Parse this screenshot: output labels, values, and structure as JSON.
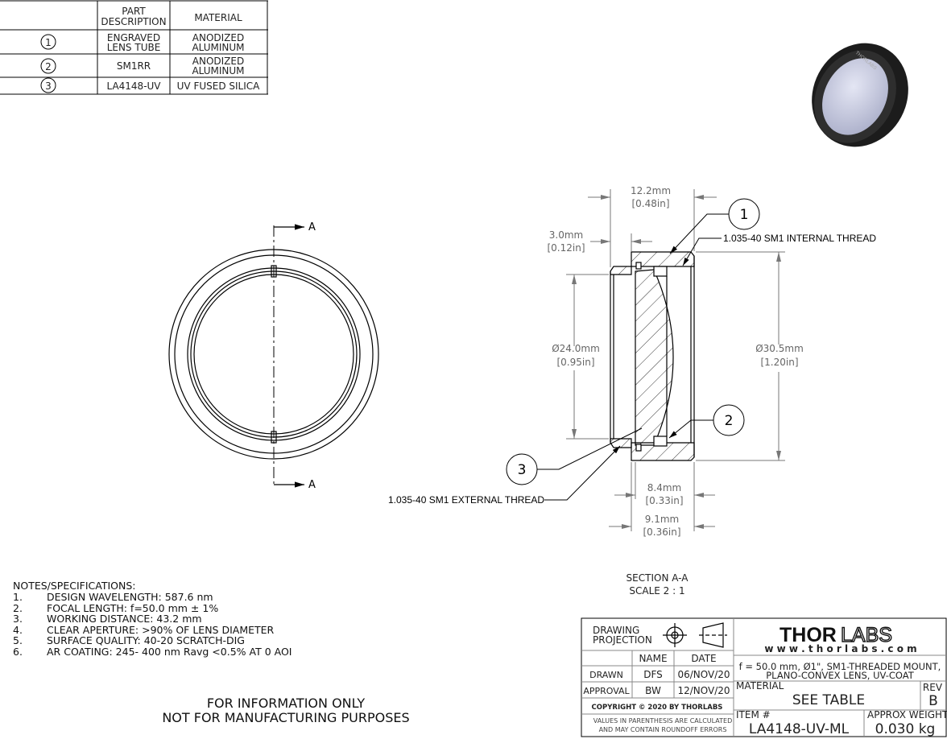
{
  "parts_table": {
    "headers": [
      "PART DESCRIPTION",
      "MATERIAL"
    ],
    "header_lines": [
      [
        "PART",
        "DESCRIPTION"
      ],
      [
        "MATERIAL"
      ]
    ],
    "rows": [
      {
        "item": "1",
        "description": [
          "ENGRAVED",
          "LENS TUBE"
        ],
        "material": [
          "ANODIZED",
          "ALUMINUM"
        ]
      },
      {
        "item": "2",
        "description": [
          "SM1RR"
        ],
        "material": [
          "ANODIZED",
          "ALUMINUM"
        ]
      },
      {
        "item": "3",
        "description": [
          "LA4148-UV"
        ],
        "material": [
          "UV FUSED SILICA"
        ]
      }
    ]
  },
  "front_view": {
    "section_label": "A"
  },
  "section_view": {
    "dimensions": {
      "overall_length": {
        "mm": "12.2mm",
        "in": "[0.48in]"
      },
      "thread_length": {
        "mm": "3.0mm",
        "in": "[0.12in]"
      },
      "inner_diameter": {
        "mm": "Ø24.0mm",
        "in": "[0.95in]"
      },
      "outer_diameter": {
        "mm": "Ø30.5mm",
        "in": "[1.20in]"
      },
      "body_length": {
        "mm": "8.4mm",
        "in": "[0.33in]"
      },
      "body_length2": {
        "mm": "9.1mm",
        "in": "[0.36in]"
      }
    },
    "callouts": {
      "internal_thread": "1.035-40 SM1 INTERNAL THREAD",
      "external_thread": "1.035-40 SM1 EXTERNAL THREAD",
      "balloon_1": "1",
      "balloon_2": "2",
      "balloon_3": "3"
    },
    "title": "SECTION A-A",
    "scale": "SCALE 2 : 1"
  },
  "notes": {
    "title": "NOTES/SPECIFICATIONS:",
    "items": [
      {
        "num": "1.",
        "text": "DESIGN WAVELENGTH: 587.6 nm"
      },
      {
        "num": "2.",
        "text": "FOCAL LENGTH: f=50.0 mm ± 1%"
      },
      {
        "num": "3.",
        "text": "WORKING DISTANCE: 43.2 mm"
      },
      {
        "num": "4.",
        "text": "CLEAR APERTURE: >90% OF LENS DIAMETER"
      },
      {
        "num": "5.",
        "text": "SURFACE QUALITY: 40-20 SCRATCH-DIG"
      },
      {
        "num": "6.",
        "text": "AR COATING: 245- 400 nm Ravg <0.5% AT 0 AOI"
      }
    ]
  },
  "disclaimer": [
    "FOR INFORMATION ONLY",
    "NOT FOR MANUFACTURING PURPOSES"
  ],
  "photo": {
    "engraving": "THORLABS"
  },
  "title_block": {
    "projection_label": [
      "DRAWING",
      "PROJECTION"
    ],
    "name_header": "NAME",
    "date_header": "DATE",
    "drawn_label": "DRAWN",
    "drawn_name": "DFS",
    "drawn_date": "06/NOV/20",
    "approval_label": "APPROVAL",
    "approval_name": "BW",
    "approval_date": "12/NOV/20",
    "copyright": "COPYRIGHT © 2020 BY THORLABS",
    "values_note": [
      "VALUES IN PARENTHESIS ARE CALCULATED",
      "AND MAY CONTAIN ROUNDOFF ERRORS"
    ],
    "logo_bold": "THOR",
    "logo_light": "LABS",
    "website": "w w w . t h o r l a b s . c o m",
    "description": [
      "f = 50.0 mm, Ø1\", SM1-THREADED MOUNT,",
      "PLANO-CONVEX LENS, UV-COAT"
    ],
    "material_label": "MATERIAL",
    "material_value": "SEE TABLE",
    "rev_label": "REV",
    "rev_value": "B",
    "item_label": "ITEM #",
    "item_value": "LA4148-UV-ML",
    "weight_label": "APPROX WEIGHT",
    "weight_value": "0.030 kg"
  }
}
